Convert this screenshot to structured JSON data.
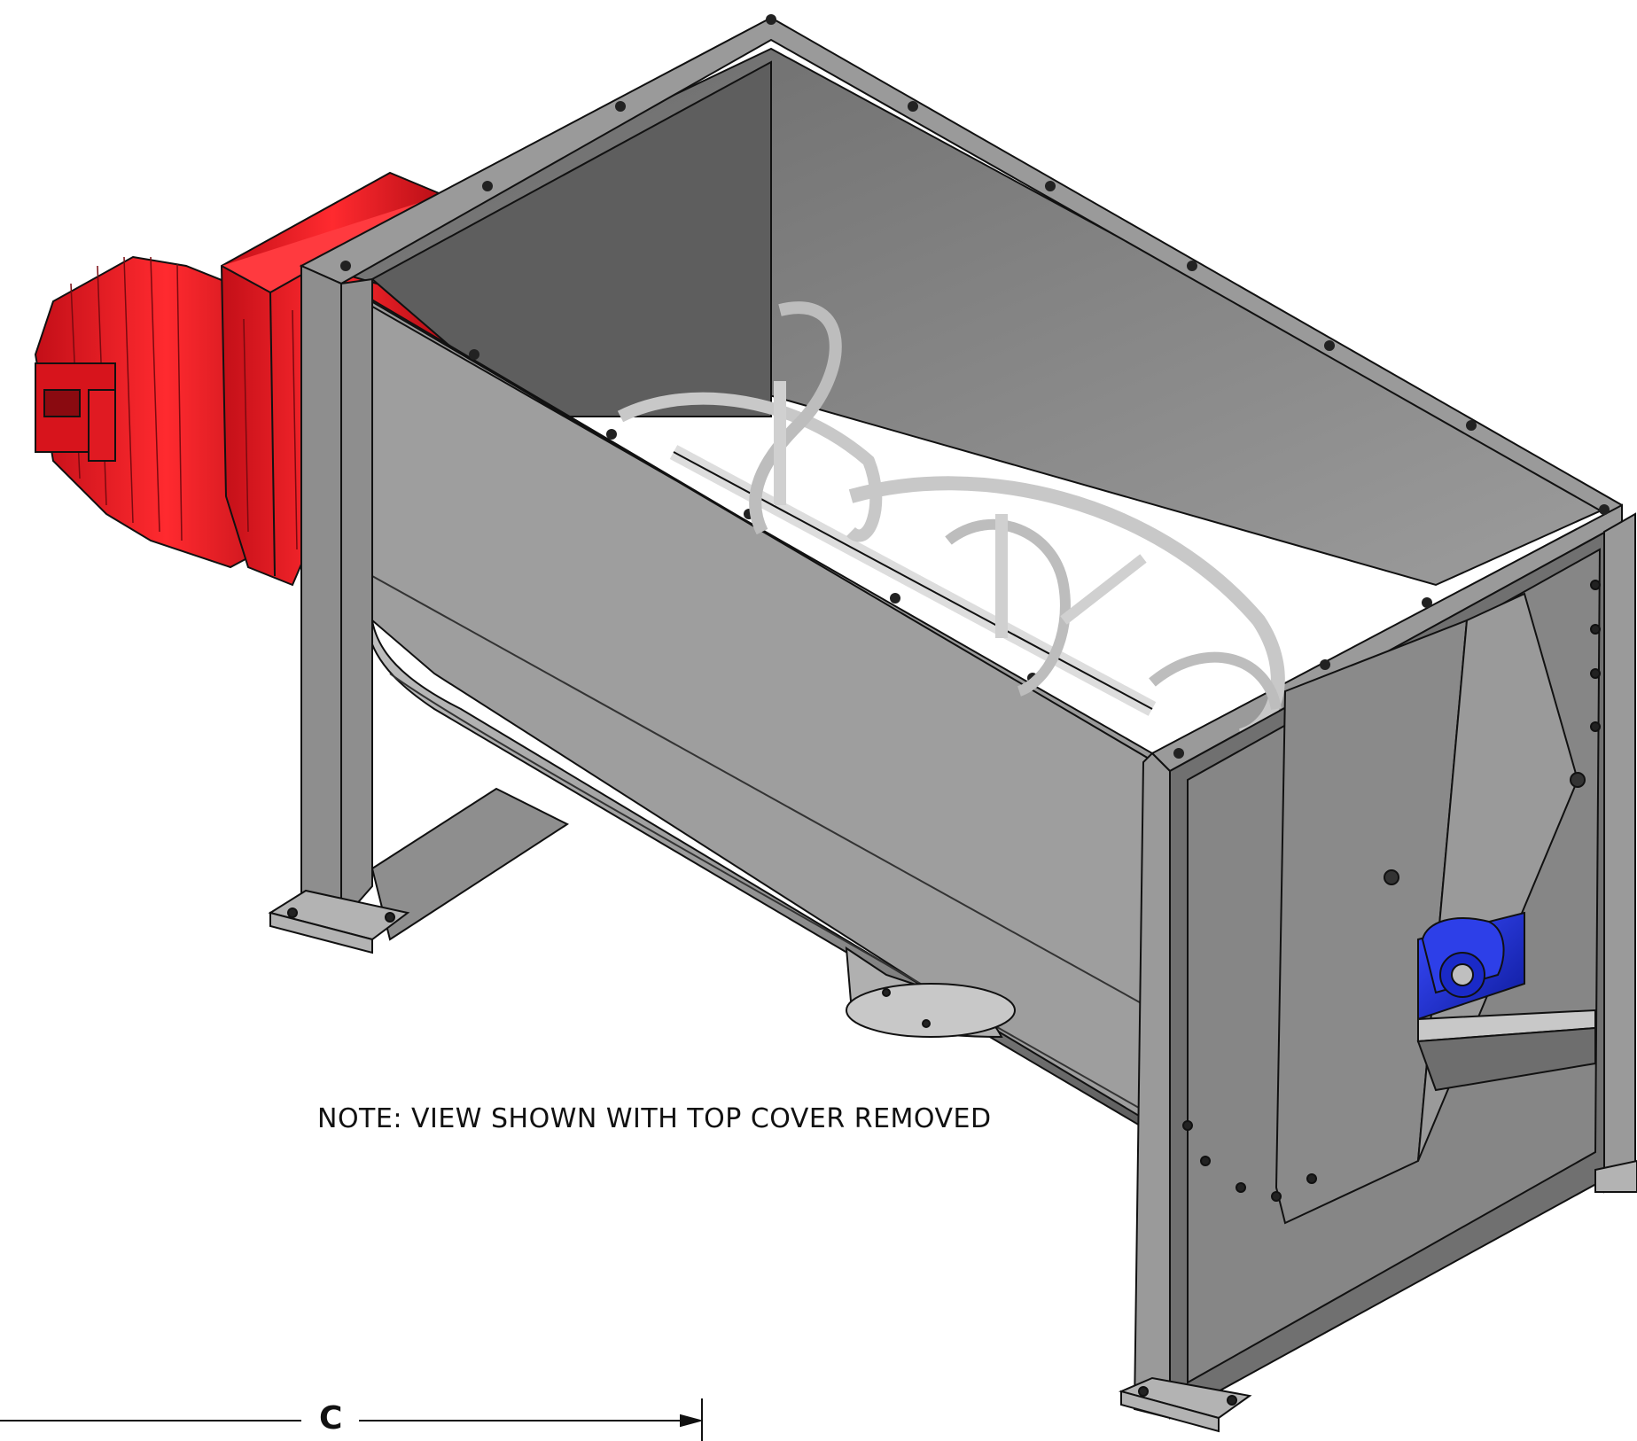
{
  "note": "NOTE: VIEW SHOWN WITH TOP COVER REMOVED",
  "dimension_label": "C",
  "colors": {
    "motor": "#ee1c24",
    "bearing": "#1f2fe0",
    "trough_inner": "#8c8c8c",
    "trough_outer": "#a6a6a6",
    "frame": "#9a9a9a",
    "outline": "#111111"
  },
  "components": [
    "motor",
    "gearbox",
    "trough",
    "ribbon-agitator",
    "shaft",
    "pillow-block-bearing",
    "end-frame",
    "discharge-flange",
    "mounting-feet"
  ]
}
